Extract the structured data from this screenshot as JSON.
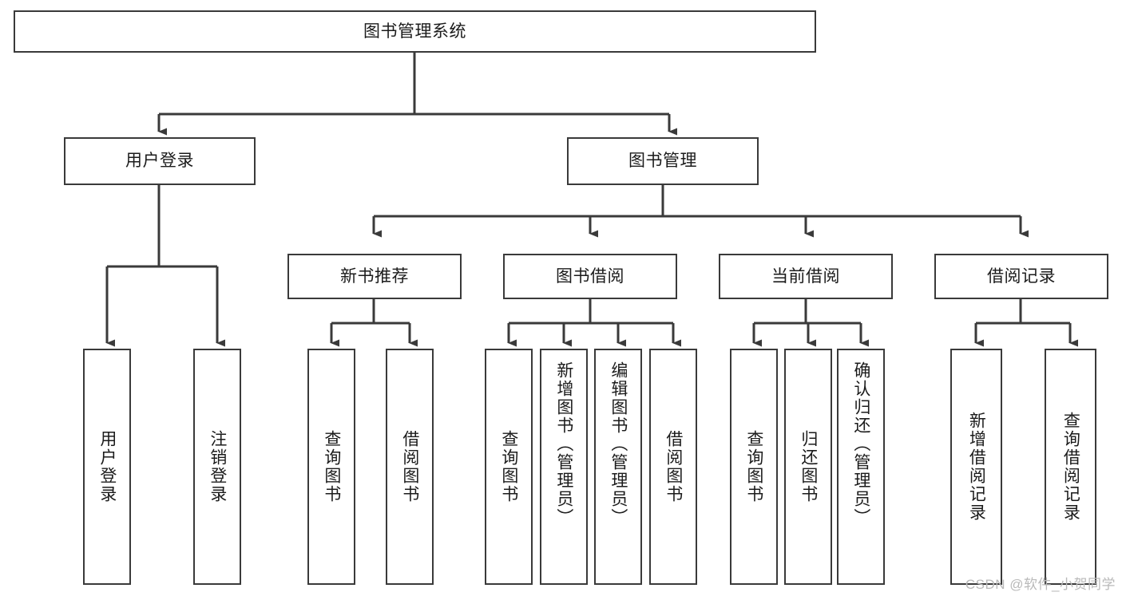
{
  "diagram": {
    "type": "tree-hierarchy",
    "title": "图书管理系统",
    "watermark": "CSDN @软件_小贺同学",
    "colors": {
      "box_border": "#3a3a3a",
      "box_fill": "#ffffff",
      "connector": "#3a3a3a",
      "text": "#1b1b1b",
      "watermark": "#b9b9b9",
      "background": "#ffffff"
    },
    "root": {
      "label": "图书管理系统"
    },
    "level1": [
      {
        "label": "用户登录"
      },
      {
        "label": "图书管理"
      }
    ],
    "level2": [
      {
        "label": "新书推荐"
      },
      {
        "label": "图书借阅"
      },
      {
        "label": "当前借阅"
      },
      {
        "label": "借阅记录"
      }
    ],
    "leaves": {
      "user_login": [
        {
          "label": "用户登录"
        },
        {
          "label": "注销登录"
        }
      ],
      "new_book_recommend": [
        {
          "label": "查询图书"
        },
        {
          "label": "借阅图书"
        }
      ],
      "book_borrow": [
        {
          "label": "查询图书"
        },
        {
          "label": "新增图书（管理员）"
        },
        {
          "label": "编辑图书（管理员）"
        },
        {
          "label": "借阅图书"
        }
      ],
      "current_borrow": [
        {
          "label": "查询图书"
        },
        {
          "label": "归还图书"
        },
        {
          "label": "确认归还（管理员）"
        }
      ],
      "borrow_records": [
        {
          "label": "新增借阅记录"
        },
        {
          "label": "查询借阅记录"
        }
      ]
    }
  }
}
